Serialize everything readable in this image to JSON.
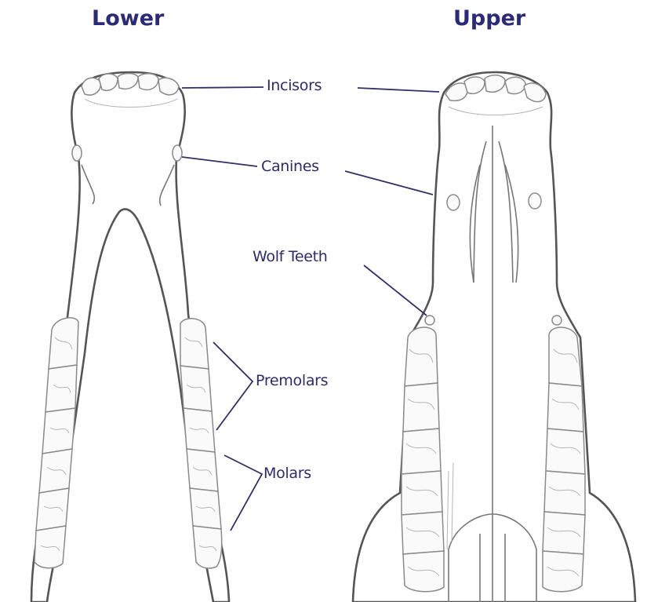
{
  "headings": {
    "lower": "Lower",
    "upper": "Upper"
  },
  "labels": {
    "incisors": "Incisors",
    "canines": "Canines",
    "wolf_teeth": "Wolf Teeth",
    "premolars": "Premolars",
    "molars": "Molars"
  },
  "colors": {
    "heading": "#2a2a78",
    "label": "#2b2b6e",
    "leader": "#2f2f6a",
    "outline": "#555555"
  }
}
